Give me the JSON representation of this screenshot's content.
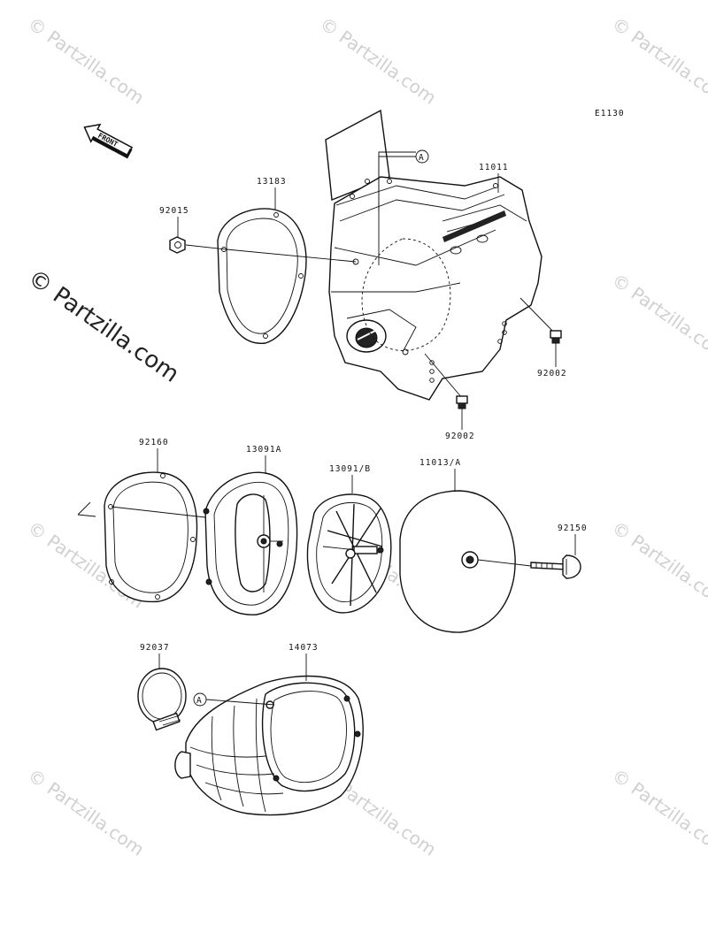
{
  "diagram_code": "E1130",
  "front_label": "FRONT",
  "watermark_text": "© Partzilla.com",
  "parts": {
    "p11011": "11011",
    "p13183": "13183",
    "p92015": "92015",
    "p92002a": "92002",
    "p92002b": "92002",
    "p92160": "92160",
    "p13091a": "13091A",
    "p13091b": "13091/B",
    "p11013a": "11013/A",
    "p92150": "92150",
    "p92037": "92037",
    "p14073": "14073"
  },
  "callouts": {
    "a_top": "A",
    "a_bottom": "A"
  }
}
